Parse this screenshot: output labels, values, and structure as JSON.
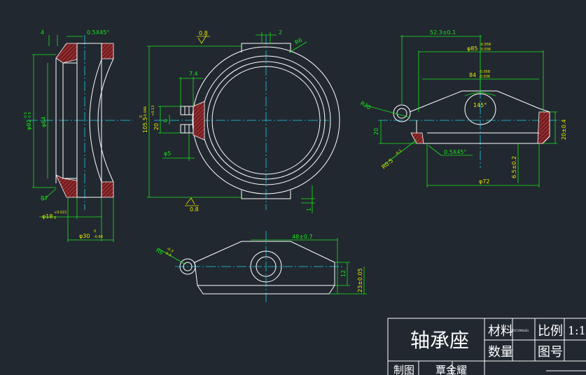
{
  "title_block": {
    "part_name": "轴承座",
    "material_label": "材料",
    "material_value": "35CrMnSi",
    "scale_label": "比例",
    "scale_value": "1:1",
    "quantity_label": "数量",
    "drawing_no_label": "图号",
    "drawn_by_label": "制图",
    "drawer_name": "覃金耀"
  },
  "dims": {
    "chamfer_left": "0.5X45°",
    "d4": "4",
    "dia92": "φ92",
    "dia92_tol_u": "-0.5",
    "dia92_tol_l": "-0.9",
    "dia84_left": "φ84",
    "r7": "R7",
    "dia18": "φ18",
    "dia18_tol_u": "+0.021",
    "dia18_tol_l": "0",
    "dia30": "φ30",
    "dia30_tol_u": "0",
    "dia30_tol_l": "-0.84",
    "rough_top": "0.8",
    "d2": "2",
    "r6_top": "R6",
    "d7_4": "7.4",
    "d105_5": "105.5",
    "d105_tol_u": "0",
    "d105_tol_l": "-0.046",
    "d20": "20",
    "d20_tol_u": "+0.13",
    "d20_tol_l": "0",
    "d6": "6",
    "dia5": "φ5",
    "rough_bottom": "0.8",
    "d1": "1",
    "d52_3": "52.3±0.1",
    "dia85": "φ85",
    "dia85_tol_u": "-0.058",
    "dia85_tol_l": "-0.036",
    "d84_right": "84",
    "d84_tol_u": "-0.058",
    "d84_tol_l": "-0.036",
    "r30": "R30",
    "angle145": "145°",
    "d20_right": "20",
    "d20_04": "20±0.4",
    "r0_5": "R0.5",
    "r0_5_tol": "-0.3",
    "chamfer_right": "0.5X45°",
    "d6_5": "6.5±0.2",
    "dia72": "φ72",
    "d48": "48±0.7",
    "r6_bottom": "R6",
    "r6_tol_u": "-0.3",
    "r6_tol_l": "-0.5",
    "d12": "12",
    "d23": "23±0.05"
  }
}
